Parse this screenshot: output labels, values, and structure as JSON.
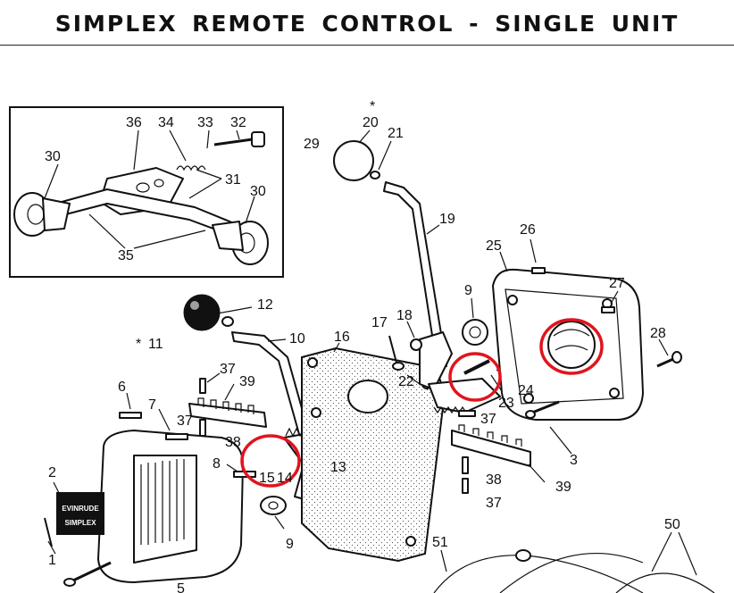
{
  "header": {
    "title": "SIMPLEX REMOTE CONTROL - SINGLE UNIT"
  },
  "callouts": [
    {
      "id": "c1",
      "text": "1"
    },
    {
      "id": "c2",
      "text": "2"
    },
    {
      "id": "c3",
      "text": "3"
    },
    {
      "id": "c5",
      "text": "5"
    },
    {
      "id": "c6",
      "text": "6"
    },
    {
      "id": "c7",
      "text": "7"
    },
    {
      "id": "c8",
      "text": "8"
    },
    {
      "id": "c9a",
      "text": "9"
    },
    {
      "id": "c9b",
      "text": "9"
    },
    {
      "id": "c10",
      "text": "10"
    },
    {
      "id": "c11",
      "text": "11"
    },
    {
      "id": "c12",
      "text": "12"
    },
    {
      "id": "c13",
      "text": "13"
    },
    {
      "id": "c14",
      "text": "14"
    },
    {
      "id": "c15",
      "text": "15"
    },
    {
      "id": "c16",
      "text": "16"
    },
    {
      "id": "c17",
      "text": "17"
    },
    {
      "id": "c18",
      "text": "18"
    },
    {
      "id": "c19",
      "text": "19"
    },
    {
      "id": "c20",
      "text": "20"
    },
    {
      "id": "c21",
      "text": "21"
    },
    {
      "id": "c22",
      "text": "22"
    },
    {
      "id": "c23",
      "text": "23"
    },
    {
      "id": "c24",
      "text": "24"
    },
    {
      "id": "c25",
      "text": "25"
    },
    {
      "id": "c26",
      "text": "26"
    },
    {
      "id": "c27",
      "text": "27"
    },
    {
      "id": "c28",
      "text": "28"
    },
    {
      "id": "c29",
      "text": "29"
    },
    {
      "id": "c30a",
      "text": "30"
    },
    {
      "id": "c30b",
      "text": "30"
    },
    {
      "id": "c31",
      "text": "31"
    },
    {
      "id": "c32",
      "text": "32"
    },
    {
      "id": "c33",
      "text": "33"
    },
    {
      "id": "c34",
      "text": "34"
    },
    {
      "id": "c35",
      "text": "35"
    },
    {
      "id": "c36",
      "text": "36"
    },
    {
      "id": "c37a",
      "text": "37"
    },
    {
      "id": "c37b",
      "text": "37"
    },
    {
      "id": "c37c",
      "text": "37"
    },
    {
      "id": "c37d",
      "text": "37"
    },
    {
      "id": "c38a",
      "text": "38"
    },
    {
      "id": "c38b",
      "text": "38"
    },
    {
      "id": "c39a",
      "text": "39"
    },
    {
      "id": "c39b",
      "text": "39"
    },
    {
      "id": "c50",
      "text": "50"
    },
    {
      "id": "c51",
      "text": "51"
    }
  ],
  "markers": {
    "asterisk": "*"
  },
  "nameplate": {
    "brand": "EVINRUDE",
    "model": "SIMPLEX"
  },
  "highlight_color": "#e0141e"
}
